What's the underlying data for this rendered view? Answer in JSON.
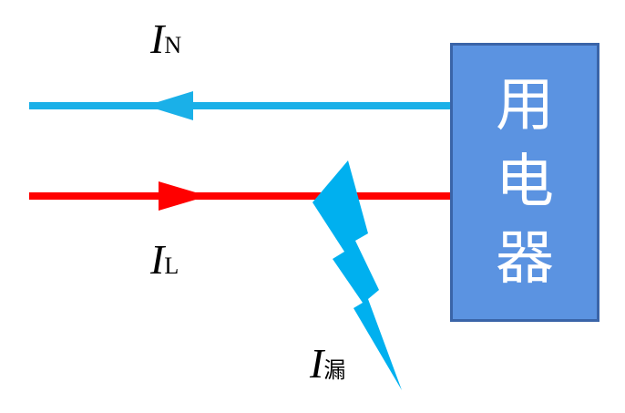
{
  "colors": {
    "neutral_wire": "#1ab0e8",
    "live_wire": "#ff0000",
    "leakage_bolt": "#00b0ef",
    "appliance_fill": "#5b93e1",
    "appliance_border": "#3a64a8",
    "appliance_text": "#ffffff",
    "label_text": "#000000"
  },
  "labels": {
    "neutral_current": {
      "main": "I",
      "sub": "N"
    },
    "live_current": {
      "main": "I",
      "sub": "L"
    },
    "leakage_current": {
      "main": "I",
      "sub": "漏"
    }
  },
  "appliance": {
    "chars": [
      "用",
      "电",
      "器"
    ]
  },
  "wires": {
    "neutral": {
      "arrow_direction": "left"
    },
    "live": {
      "arrow_direction": "right"
    }
  },
  "icons": {
    "leakage": "lightning-bolt-icon",
    "neutral_arrow": "arrow-left-icon",
    "live_arrow": "arrow-right-icon"
  }
}
